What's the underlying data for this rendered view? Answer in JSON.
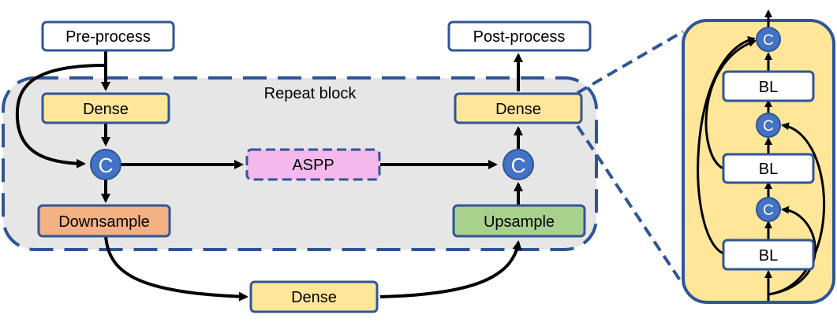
{
  "diagram": {
    "repeat_block_label": "Repeat block",
    "pre_process": "Pre-process",
    "post_process": "Post-process",
    "dense_left": "Dense",
    "dense_right": "Dense",
    "dense_bottom": "Dense",
    "aspp": "ASPP",
    "downsample": "Downsample",
    "upsample": "Upsample",
    "concat_symbol": "C",
    "bl_top": "BL",
    "bl_middle": "BL",
    "bl_bottom": "BL"
  },
  "colors": {
    "border_blue": "#2F5597",
    "circle_blue": "#4472C4",
    "dense_fill": "#FFE699",
    "aspp_fill": "#F4B8EC",
    "downsample_fill": "#F4B183",
    "upsample_fill": "#A9D18E",
    "repeat_block_fill": "#E7E6E6",
    "detail_panel_fill": "#FFE699"
  }
}
